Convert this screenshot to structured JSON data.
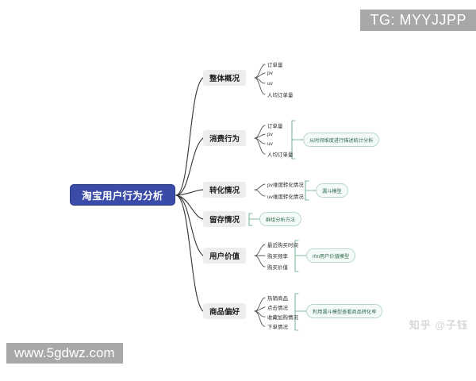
{
  "mindmap": {
    "root": {
      "label": "淘宝用户行为分析",
      "color": "#3b4ba8"
    },
    "branches": [
      {
        "label": "整体概况",
        "children": [
          "订单量",
          "pv",
          "uv",
          "人均订单量"
        ],
        "note": ""
      },
      {
        "label": "消费行为",
        "children": [
          "订单量",
          "pv",
          "uv",
          "人均订单量"
        ],
        "note": "从时间维度进行描述统计分析"
      },
      {
        "label": "转化情况",
        "children": [
          "pv维度转化情况",
          "uv维度转化情况"
        ],
        "note": "漏斗模型"
      },
      {
        "label": "留存情况",
        "children": [],
        "note": "群组分析方法"
      },
      {
        "label": "用户价值",
        "children": [
          "最近购买时间",
          "购买频率",
          "购买价值"
        ],
        "note": "rfm用户价值模型"
      },
      {
        "label": "商品偏好",
        "children": [
          "热销商品",
          "点击情况",
          "收藏加购情况",
          "下单情况"
        ],
        "note": "利用漏斗模型查看商品转化率"
      }
    ],
    "colors": {
      "root_fill": "#3b4ba8",
      "node_fill": "#ededed",
      "note_fill": "#f4faf7",
      "note_border": "#b9d9c9",
      "note_text": "#2f6b4e",
      "wire": "#3a3a3a",
      "bracket": "#7fb89a"
    }
  },
  "watermarks": {
    "telegram": "TG: MYYJJPP",
    "site": "www.5gdwz.com",
    "zhihu": "知乎 @子钰"
  }
}
